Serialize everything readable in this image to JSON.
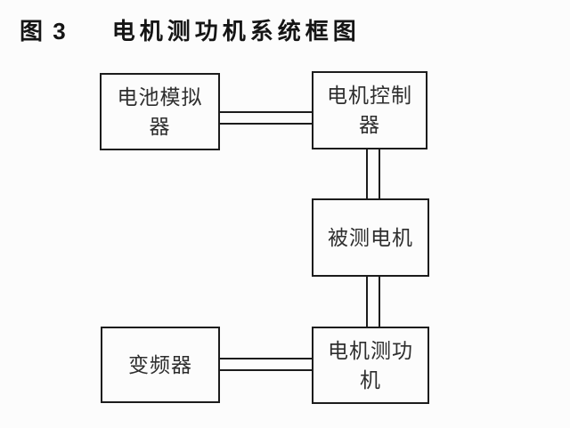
{
  "title": {
    "label": "图 3",
    "text": "电机测功机系统框图"
  },
  "colors": {
    "border": "#1c1c1c",
    "text": "#2e2e2e",
    "title": "#151515",
    "background": "#fcfcfc"
  },
  "diagram": {
    "blocks": [
      {
        "label": "电池模拟器",
        "lines": [
          "电池模拟",
          "器"
        ]
      },
      {
        "label": "电机控制器",
        "lines": [
          "电机控制",
          "器"
        ]
      },
      {
        "label": "被测电机",
        "lines": [
          "被测电机"
        ]
      },
      {
        "label": "变频器",
        "lines": [
          "变频器"
        ]
      },
      {
        "label": "电机测功机",
        "lines": [
          "电机测功",
          "机"
        ]
      }
    ],
    "connections": [
      {
        "from": "电池模拟器",
        "to": "电机控制器",
        "style": "double-line",
        "orientation": "horizontal"
      },
      {
        "from": "电机控制器",
        "to": "被测电机",
        "style": "double-line",
        "orientation": "vertical"
      },
      {
        "from": "被测电机",
        "to": "电机测功机",
        "style": "double-line",
        "orientation": "vertical"
      },
      {
        "from": "变频器",
        "to": "电机测功机",
        "style": "double-line",
        "orientation": "horizontal"
      }
    ]
  }
}
